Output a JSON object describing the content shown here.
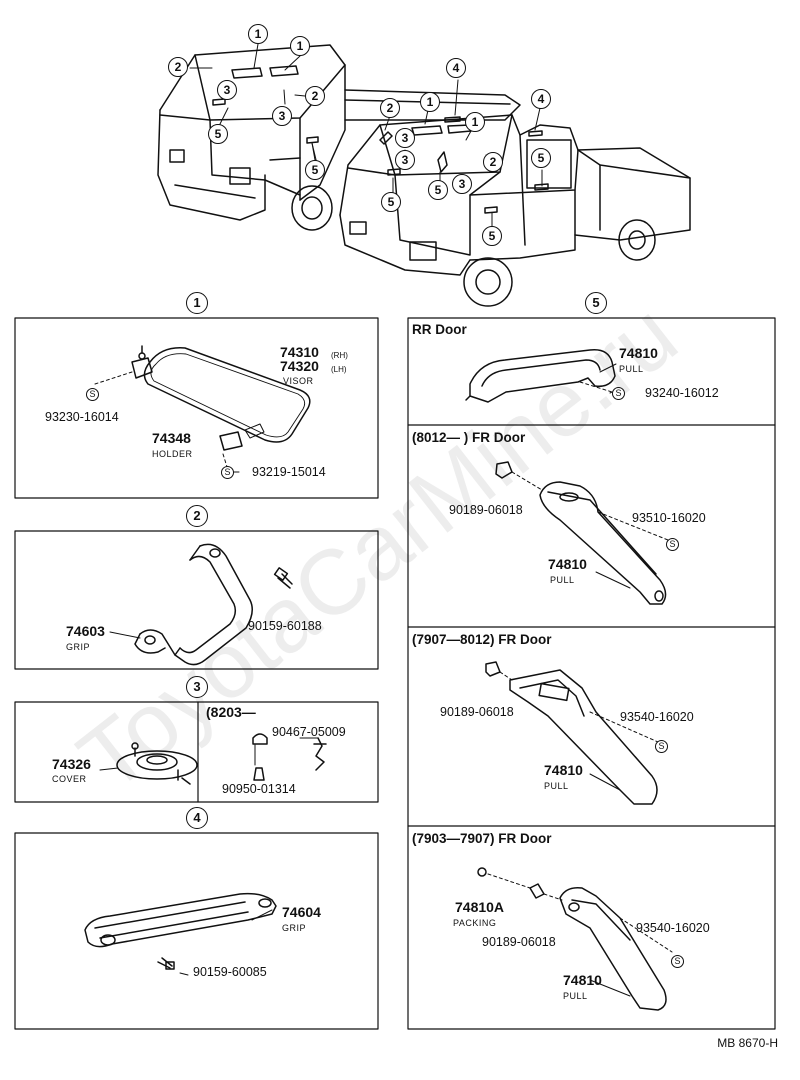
{
  "watermark": "ToyotaCarMine.ru",
  "drawing_code": "MB 8670-H",
  "callouts": {
    "c1": "1",
    "c2": "2",
    "c3": "3",
    "c4": "4",
    "c5": "5"
  },
  "sec1": {
    "num": "1",
    "parts": [
      {
        "pn": "74310",
        "sub": "(RH)"
      },
      {
        "pn": "74320",
        "sub": "(LH)"
      }
    ],
    "visor_caption": "VISOR",
    "screw": "93230-16014",
    "holder_pn": "74348",
    "holder_caption": "HOLDER",
    "holder_screw": "93219-15014"
  },
  "sec2": {
    "num": "2",
    "grip_pn": "74603",
    "grip_caption": "GRIP",
    "bolt": "90159-60188"
  },
  "sec3": {
    "num": "3",
    "cover_pn": "74326",
    "cover_caption": "COVER",
    "date_range": "(8203—",
    "nut": "90467-05009",
    "clip": "90950-01314"
  },
  "sec4": {
    "num": "4",
    "grip_pn": "74604",
    "grip_caption": "GRIP",
    "bolt": "90159-60085"
  },
  "sec5": {
    "num": "5",
    "rr": {
      "title": "RR Door",
      "pull_pn": "74810",
      "pull_caption": "PULL",
      "screw": "93240-16012"
    },
    "fr1": {
      "title": "(8012—      ) FR Door",
      "clip": "90189-06018",
      "screw": "93510-16020",
      "pull_pn": "74810",
      "pull_caption": "PULL"
    },
    "fr2": {
      "title": "(7907—8012) FR Door",
      "clip": "90189-06018",
      "screw": "93540-16020",
      "pull_pn": "74810",
      "pull_caption": "PULL"
    },
    "fr3": {
      "title": "(7903—7907) FR Door",
      "packing_pn": "74810A",
      "packing_caption": "PACKING",
      "clip": "90189-06018",
      "screw": "93540-16020",
      "pull_pn": "74810",
      "pull_caption": "PULL"
    }
  },
  "s_symbol": "S"
}
